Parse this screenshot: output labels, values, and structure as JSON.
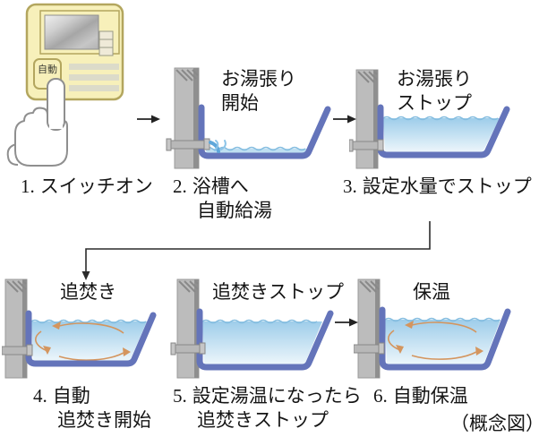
{
  "figure": {
    "footer_note": "（概念図）"
  },
  "remote": {
    "auto_button_label": "自動"
  },
  "steps": [
    {
      "num": "1.",
      "caption": [
        "スイッチオン"
      ],
      "label": []
    },
    {
      "num": "2.",
      "caption": [
        "浴槽へ",
        "自動給湯"
      ],
      "label": [
        "お湯張り",
        "開始"
      ]
    },
    {
      "num": "3.",
      "caption": [
        "設定水量でストップ"
      ],
      "label": [
        "お湯張り",
        "ストップ"
      ]
    },
    {
      "num": "4.",
      "caption": [
        "自動",
        "追焚き開始"
      ],
      "label": [
        "追焚き"
      ]
    },
    {
      "num": "5.",
      "caption": [
        "設定湯温になったら",
        "追焚きストップ"
      ],
      "label": [
        "追焚きストップ"
      ]
    },
    {
      "num": "6.",
      "caption": [
        "自動保温"
      ],
      "label": [
        "保温"
      ]
    }
  ],
  "colors": {
    "remote_body": "#f7f0ba",
    "remote_border": "#b3a65e",
    "tub_outline": "#6474ba",
    "water_top": "#9ecdea",
    "water_bottom": "#edf6fb",
    "shallow_water": "#bfdff1",
    "wall_gray": "#bcbcbc",
    "circulation_arrow": "#d4955e",
    "flow_arrow": "#222222"
  }
}
